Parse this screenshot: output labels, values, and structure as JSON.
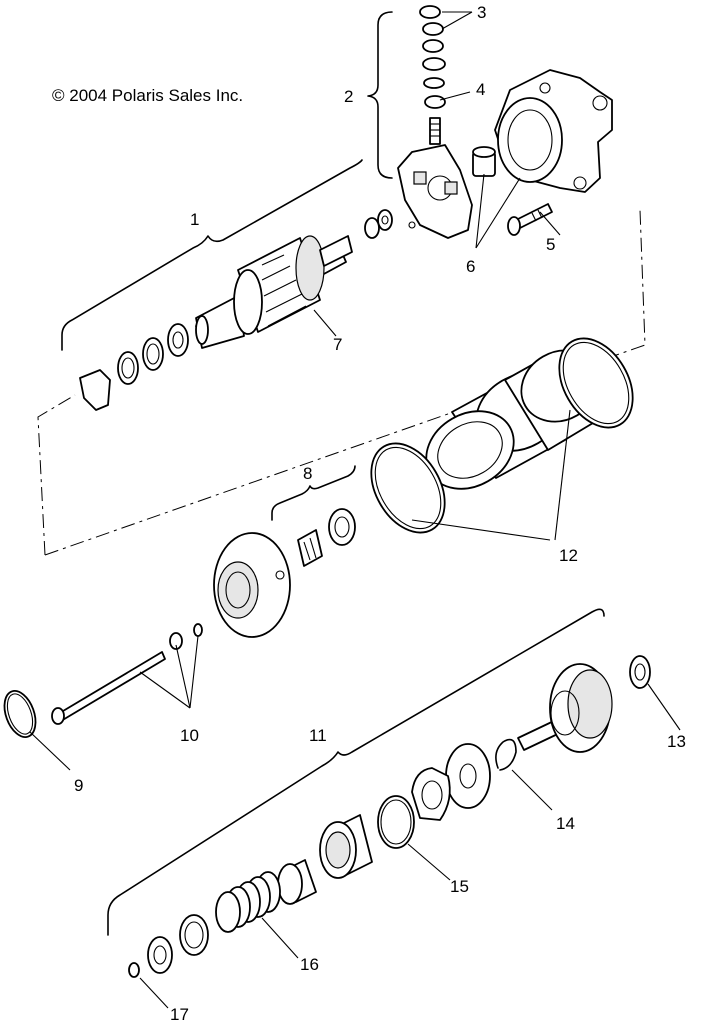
{
  "copyright": "© 2004 Polaris Sales Inc.",
  "callouts": {
    "c1": "1",
    "c2": "2",
    "c3": "3",
    "c4": "4",
    "c5": "5",
    "c6": "6",
    "c7": "7",
    "c8": "8",
    "c9": "9",
    "c10": "10",
    "c11": "11",
    "c12": "12",
    "c13": "13",
    "c14": "14",
    "c15": "15",
    "c16": "16",
    "c17": "17"
  }
}
